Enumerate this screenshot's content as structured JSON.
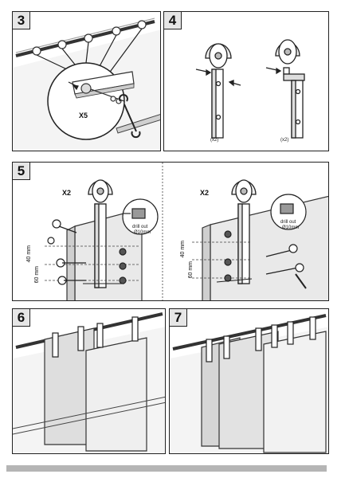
{
  "steps": [
    {
      "number": "3",
      "quantity": "X5"
    },
    {
      "number": "4",
      "captions": [
        "(x2)",
        "(x2)"
      ]
    },
    {
      "number": "5",
      "quantity_left": "X2",
      "quantity_right": "X2",
      "drill_label": "drill out",
      "drill_size": "Ø10mm",
      "dims_left": [
        "40 mm",
        "60 mm"
      ],
      "dims_right": [
        "40 mm",
        "60 mm"
      ]
    },
    {
      "number": "6"
    },
    {
      "number": "7"
    }
  ],
  "colors": {
    "panel_border": "#222222",
    "number_bg": "#e6e6e6",
    "footer_bar": "#b5b5b5",
    "door_fill": "#e9e9e9"
  },
  "icons": [
    "hanger-roller-icon",
    "rail-icon",
    "screw-icon",
    "wrench-icon",
    "drill-icon",
    "door-icon"
  ]
}
